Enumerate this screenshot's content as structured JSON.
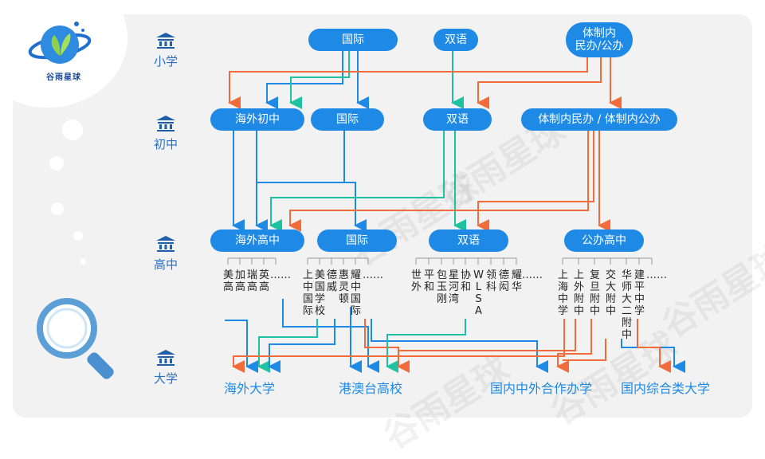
{
  "brand": {
    "logo_text": "谷雨星球",
    "watermark": "谷雨星球"
  },
  "levels": {
    "primary": "小学",
    "middle": "初中",
    "high": "高中",
    "university": "大学"
  },
  "nodes": {
    "p_intl": "国际",
    "p_bi": "双语",
    "p_sys": "体制内\n民办/公办",
    "m_overseas": "海外初中",
    "m_intl": "国际",
    "m_bi": "双语",
    "m_sys": "体制内民办 / 体制内公办",
    "h_overseas": "海外高中",
    "h_intl": "国际",
    "h_bi": "双语",
    "h_public": "公办高中"
  },
  "schools": {
    "overseas": [
      "美高",
      "加高",
      "瑞高",
      "英高",
      "……"
    ],
    "intl": [
      "上中国际",
      "美国学校",
      "德威",
      "惠灵顿",
      "耀中国际",
      "……"
    ],
    "bi": [
      "世外",
      "平和",
      "包玉刚",
      "星河湾",
      "协和",
      "WLSA",
      "领科",
      "德闳",
      "耀华",
      "……"
    ],
    "public": [
      "上海中学",
      "上外附中",
      "复旦附中",
      "交大附中",
      "华师大二附中",
      "建平中学",
      "……"
    ]
  },
  "universities": {
    "overseas": "海外大学",
    "hk": "港澳台高校",
    "joint": "国内中外合作办学",
    "domestic": "国内综合类大学"
  },
  "colors": {
    "blue": "#1e8ae6",
    "orange": "#f26b3a",
    "teal": "#1fc2a0",
    "level_text": "#2b6fc4",
    "panel": "#f2f2f2"
  }
}
